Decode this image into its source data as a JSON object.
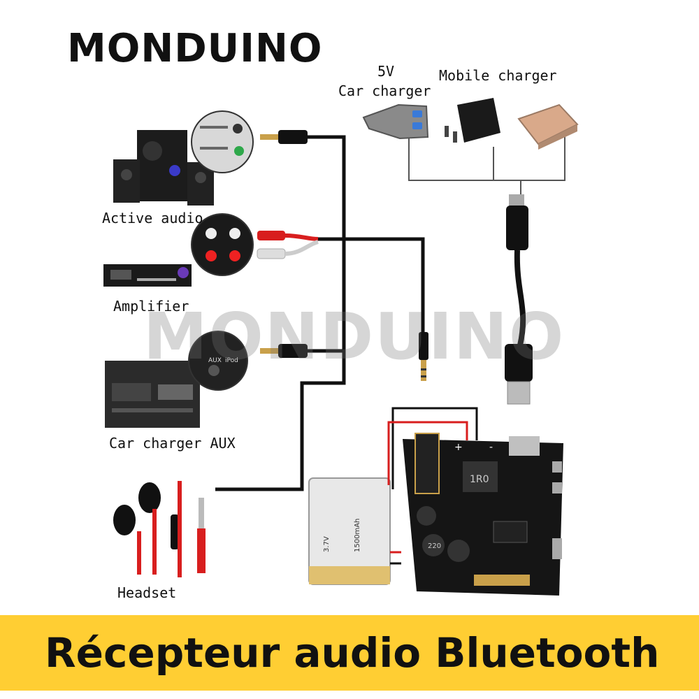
{
  "brand": {
    "logo": "MONDUINO",
    "watermark": "MONDUINO"
  },
  "labels": {
    "power_car": "5V\nCar charger",
    "power_car_line1": "5V",
    "power_car_line2": "Car charger",
    "mobile_charger": "Mobile charger",
    "active_audio": "Active audio",
    "amplifier": "Amplifier",
    "car_aux": "Car charger AUX",
    "headset": "Headset"
  },
  "board_marks": {
    "plus": "+",
    "minus": "-",
    "inductor": "1R0",
    "capacitor": "220",
    "battery_voltage": "3.7V",
    "battery_capacity": "1500mAh"
  },
  "panel_marks": {
    "aux": "AUX",
    "ipod": "iPod"
  },
  "banner": {
    "title": "Récepteur audio Bluetooth"
  },
  "colors": {
    "banner_bg": "#ffce33",
    "wire": "#111111",
    "red_wire": "#d81e1e",
    "pcb": "#151515",
    "gold": "#c9a04a"
  }
}
